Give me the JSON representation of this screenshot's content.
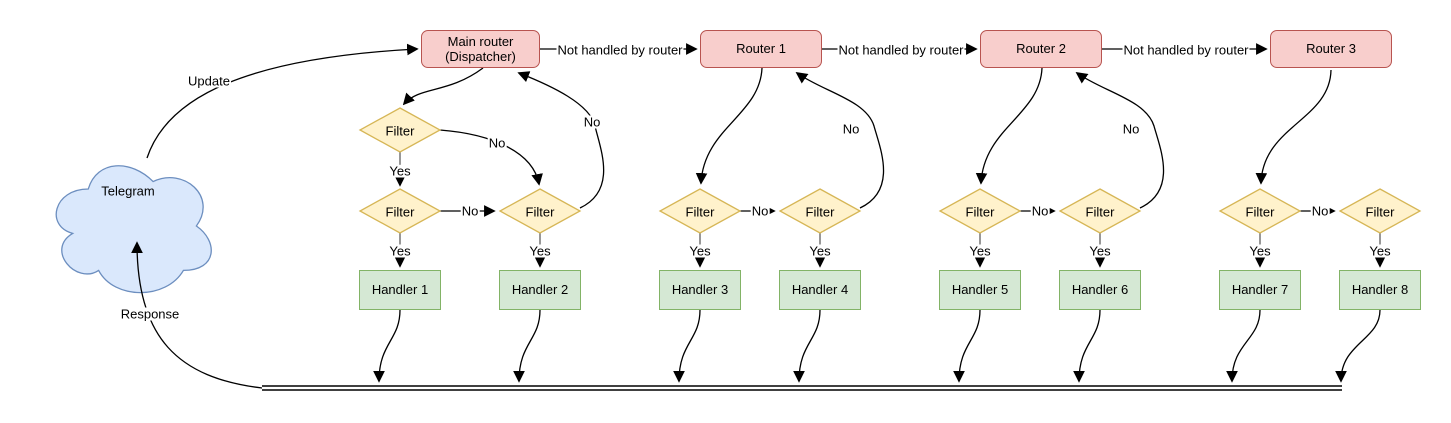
{
  "cloud": {
    "label": "Telegram"
  },
  "routers": {
    "main": {
      "line1": "Main router",
      "line2": "(Dispatcher)"
    },
    "items": [
      "Router 1",
      "Router 2",
      "Router 3"
    ]
  },
  "handlers": [
    "Handler 1",
    "Handler 2",
    "Handler 3",
    "Handler 4",
    "Handler 5",
    "Handler 6",
    "Handler 7",
    "Handler 8"
  ],
  "labels": {
    "filter": "Filter",
    "yes": "Yes",
    "no": "No",
    "not_handled": "Not handled by router",
    "update": "Update",
    "response": "Response"
  },
  "colors": {
    "cloud_fill": "#dae8fc",
    "cloud_stroke": "#6c8ebf",
    "router_fill": "#f8cecc",
    "router_stroke": "#b85450",
    "filter_fill": "#fff2cc",
    "filter_stroke": "#d6b656",
    "handler_fill": "#d5e8d4",
    "handler_stroke": "#82b366",
    "connector": "#000000",
    "connector_stub": "#8a8a8a"
  }
}
